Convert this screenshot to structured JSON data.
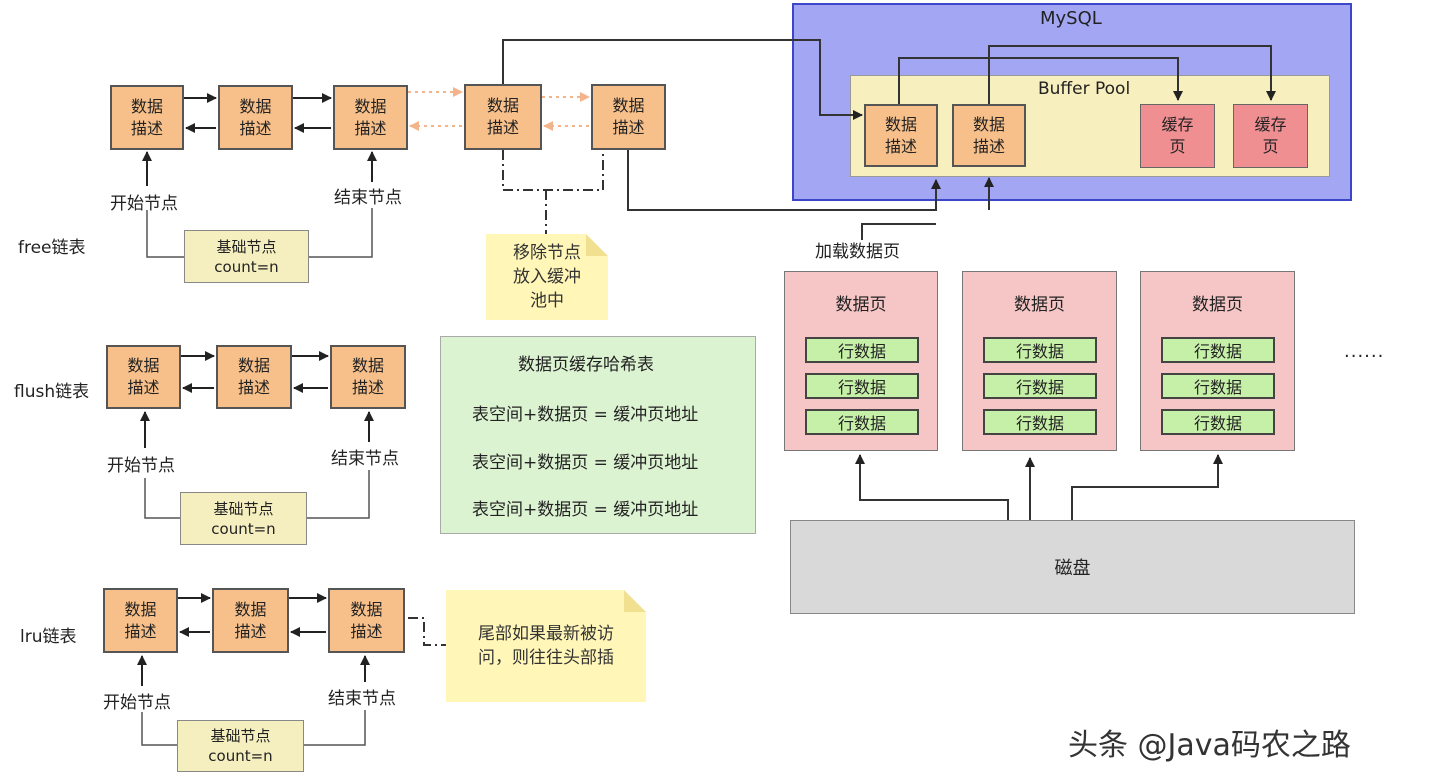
{
  "desc_label": "数据\n描述",
  "start_label": "开始节点",
  "end_label": "结束节点",
  "base_title": "基础节点",
  "base_count": "count=n",
  "lists": {
    "free": "free链表",
    "flush": "flush链表",
    "lru": "lru链表"
  },
  "notes": {
    "remove": "移除节点\n放入缓冲\n池中",
    "lru_tail": "尾部如果最新被访\n问，则往往头部插"
  },
  "mysql": {
    "title": "MySQL",
    "buffer_pool": "Buffer Pool",
    "cache_page": "缓存\n页"
  },
  "load_label": "加载数据页",
  "data_page": {
    "title": "数据页",
    "row": "行数据"
  },
  "ellipsis": "······",
  "hash": {
    "title": "数据页缓存哈希表",
    "rows": [
      "表空间+数据页 = 缓冲页地址",
      "表空间+数据页 = 缓冲页地址",
      "表空间+数据页 = 缓冲页地址"
    ]
  },
  "disk": "磁盘",
  "watermark": "头条 @Java码农之路",
  "colors": {
    "desc": "#f7c08a",
    "mysql": "#a3a6f2",
    "buffer_pool": "#f7efbe",
    "cache": "#f08f92",
    "page": "#f6c6c6",
    "row": "#c6f0a8",
    "hash": "#dcf3d2",
    "disk": "#d9d9d9",
    "note": "#fff6b8"
  }
}
